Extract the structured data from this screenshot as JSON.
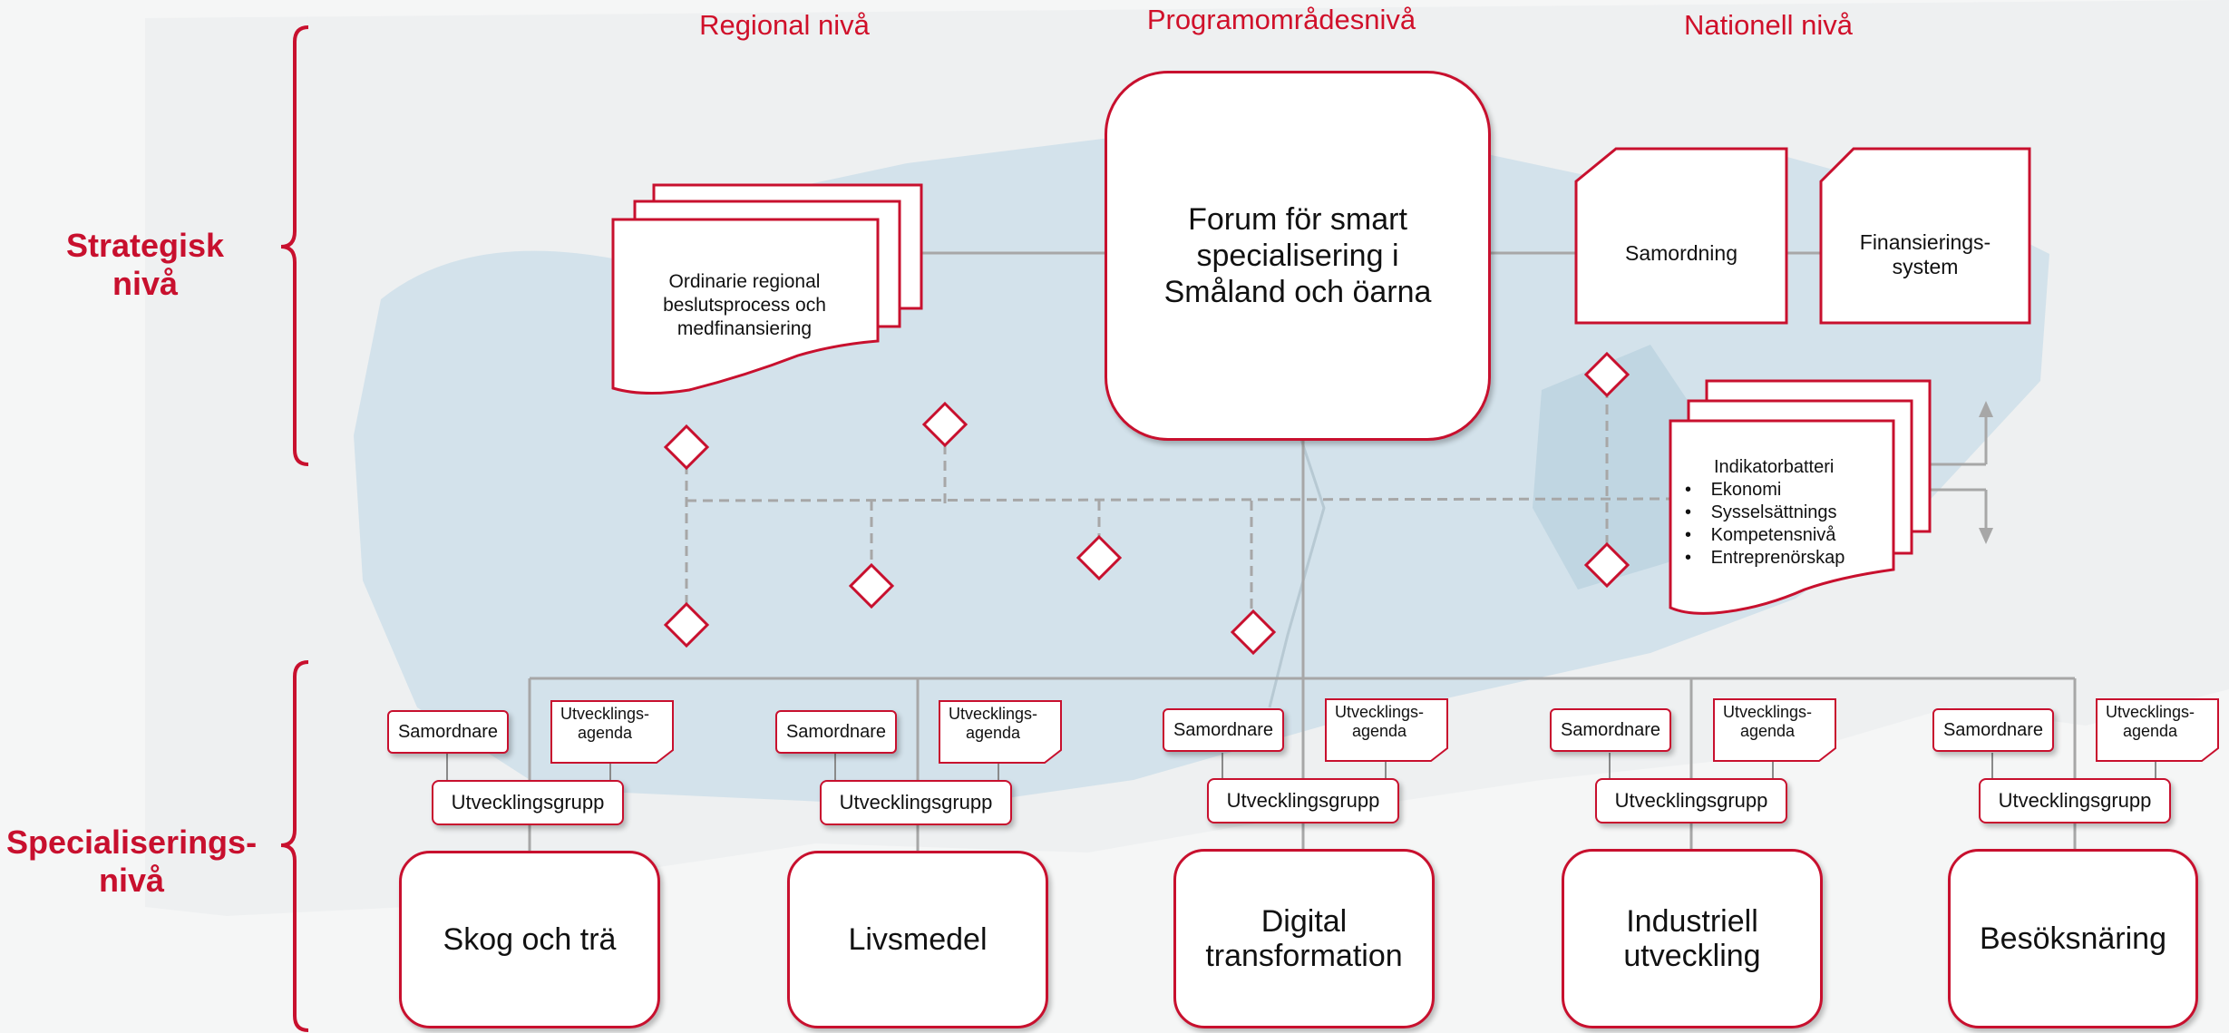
{
  "headers": {
    "regional": "Regional nivå",
    "program": "Programområdesnivå",
    "national": "Nationell nivå"
  },
  "levels": {
    "strategic": [
      "Strategisk",
      "nivå"
    ],
    "specialization": [
      "Specialiserings-",
      "nivå"
    ]
  },
  "forum": [
    "Forum för smart",
    "specialisering i",
    "Småland och öarna"
  ],
  "regional_doc": [
    "Ordinarie regional",
    "beslutsprocess och",
    "medfinansiering"
  ],
  "national": {
    "coordination": "Samordning",
    "financing": [
      "Finansierings-",
      "system"
    ]
  },
  "indicators": {
    "title": "Indikatorbatteri",
    "items": [
      "Ekonomi",
      "Sysselsättnings",
      "Kompetensnivå",
      "Entreprenörskap"
    ]
  },
  "group_labels": {
    "coordinator": "Samordnare",
    "agenda": [
      "Utvecklings-",
      "agenda"
    ],
    "dev_group": "Utvecklingsgrupp"
  },
  "areas": [
    {
      "name": [
        "Skog och trä"
      ]
    },
    {
      "name": [
        "Livsmedel"
      ]
    },
    {
      "name": [
        "Digital",
        "transformation"
      ]
    },
    {
      "name": [
        "Industriell",
        "utveckling"
      ]
    },
    {
      "name": [
        "Besöksnäring"
      ]
    }
  ],
  "colors": {
    "accent": "#c8102e",
    "connector": "#a7a7a7",
    "map": "#c9dde8"
  }
}
